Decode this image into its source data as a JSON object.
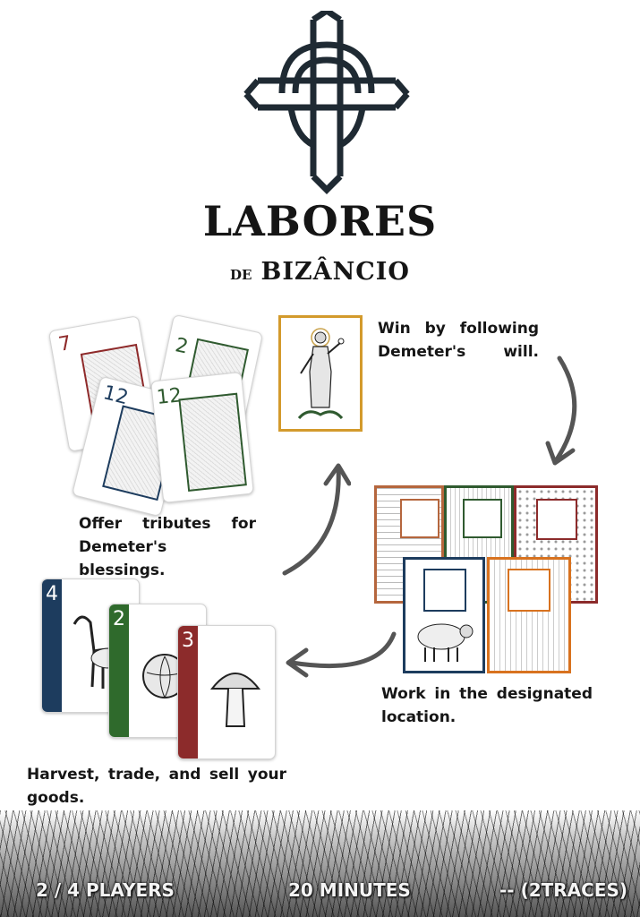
{
  "title": "LABORES",
  "subtitle": {
    "prefix": "DE",
    "name": "BIZÂNCIO"
  },
  "steps": {
    "win": "Win by following Demeter's will.",
    "work": "Work in the designated location.",
    "harvest": "Harvest, trade, and sell your goods.",
    "offer": "Offer tributes for Demeter's blessings."
  },
  "tribute_cards": [
    {
      "number": "7",
      "color": "#8e2a2a"
    },
    {
      "number": "2",
      "color": "#2f5a2f"
    },
    {
      "number": "12",
      "color": "#1d3c5e"
    },
    {
      "number": "12",
      "color": "#2f5a2f"
    }
  ],
  "goods_cards": [
    {
      "number": "4",
      "color": "#1d3c5e",
      "item": "goat"
    },
    {
      "number": "2",
      "color": "#2f6a2c",
      "item": "cabbage"
    },
    {
      "number": "3",
      "color": "#8c2b2b",
      "item": "mushroom"
    }
  ],
  "location_colors": [
    "#b5663d",
    "#2f5a2f",
    "#8c2b2b",
    "#1d3c5e",
    "#d8721f"
  ],
  "footer": {
    "players": "2 / 4 PLAYERS",
    "time": "20 MINUTES",
    "extra": "-- (2TRACES)"
  }
}
